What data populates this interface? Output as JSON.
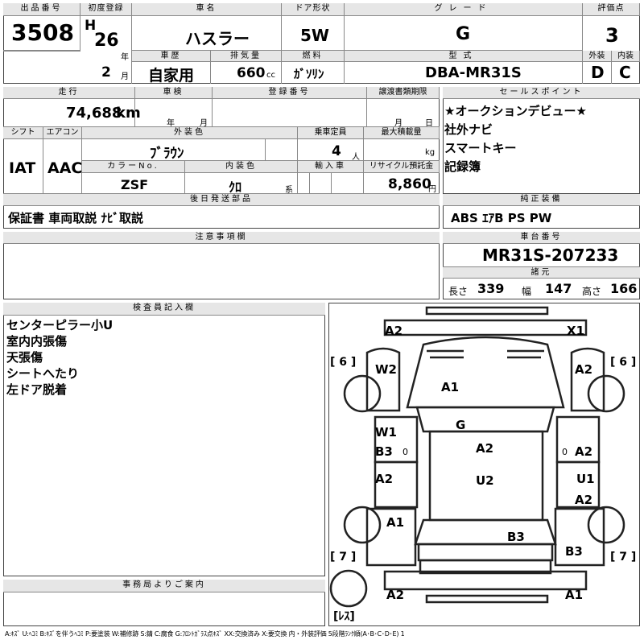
{
  "row1": {
    "lot_label": "出品番号",
    "lot_no": "3508",
    "first_reg_label": "初度登録",
    "era": "H",
    "year": "26",
    "year_unit": "年",
    "month": "2",
    "month_unit": "月",
    "car_name_label": "車名",
    "car_name": "ハスラー",
    "door_label": "ドア形状",
    "door": "5W",
    "grade_label": "グレード",
    "grade": "G",
    "score_label": "評価点",
    "score": "3",
    "history_label": "車歴",
    "history": "自家用",
    "displacement_label": "排気量",
    "displacement": "660",
    "cc": "cc",
    "fuel_label": "燃料",
    "fuel": "ｶﾞｿﾘﾝ",
    "model_label": "型式",
    "model": "DBA-MR31S",
    "ext_label": "外装",
    "ext": "D",
    "int_label": "内装",
    "int": "C"
  },
  "row2": {
    "mileage_label": "走行",
    "mileage": "74,688",
    "km": "km",
    "inspection_label": "車検",
    "insp_year_unit": "年",
    "insp_month_unit": "月",
    "reg_no_label": "登録番号",
    "deadline_label": "譲渡書類期限",
    "dl_month_unit": "月",
    "dl_day_unit": "日",
    "shift_label": "シフト",
    "shift": "IAT",
    "ac_label": "エアコン",
    "ac": "AAC",
    "color_label": "外装色",
    "color": "ﾌﾞﾗｳﾝ",
    "capacity_label": "乗車定員",
    "capacity": "4",
    "person_unit": "人",
    "load_label": "最大積載量",
    "kg": "kg",
    "color_no_label": "カラーNo.",
    "color_no": "ZSF",
    "int_color_label": "内装色",
    "int_color": "ｸﾛ",
    "kei": "系",
    "import_label": "輸入車",
    "recycle_label": "リサイクル預託金",
    "recycle": "8,860",
    "yen": "円"
  },
  "sales": {
    "label": "セールスポイント",
    "lines": [
      "★オークションデビュー★",
      "社外ナビ",
      "スマートキー",
      "記録簿"
    ]
  },
  "later": {
    "label": "後日発送部品",
    "value": "保証書 車両取説 ﾅﾋﾞ取説"
  },
  "genuine": {
    "label": "純正装備",
    "value": "ABS ｴｱB PS PW"
  },
  "notes": {
    "label": "注意事項欄"
  },
  "chassis": {
    "label": "車台番号",
    "value": "MR31S-207233",
    "spec_label": "諸元",
    "len_label": "長さ",
    "len": "339",
    "wid_label": "幅",
    "wid": "147",
    "hgt_label": "高さ",
    "hgt": "166"
  },
  "inspector": {
    "label": "検査員記入欄",
    "lines": [
      "センターピラー小U",
      "室内内張傷",
      "天張傷",
      "シートへたり",
      "左ドア脱着"
    ]
  },
  "office": {
    "label": "事務局よりご案内"
  },
  "diagram": {
    "marks": {
      "front_left": "A2",
      "front_right": "X1",
      "fender_left": "W2",
      "fender_right": "A2",
      "hood": "A1",
      "windshield": "G",
      "door_fl_1": "W1",
      "door_fl_2": "B3",
      "door_fr": "A2",
      "roof": "A2",
      "door_rl": "A2",
      "door_rr_1": "U1",
      "door_rr_2": "A2",
      "roof_rear": "U2",
      "quarter_left": "A1",
      "tailgate": "B3",
      "quarter_right": "B3",
      "rear_left": "A2",
      "rear_right": "A1"
    },
    "tire_fl": "[ 6 ]",
    "tire_fr": "[ 6 ]",
    "tire_rl": "[ 7 ]",
    "tire_rr": "[ 7 ]",
    "spare": "[ﾚｽ]",
    "pillar_fl": "0",
    "pillar_fr": "0"
  },
  "legend": "A:ｷｽﾞ U:ﾍｺﾐ B:ｷｽﾞを伴うﾍｺﾐ P:要塗装 W:補修跡 S:錆 C:腐食 G:ﾌﾛﾝﾄｶﾞﾗｽ点ｷｽﾞ XX:交換済み X:要交換 内・外装評価 5段階ﾗﾝｸ順(A･B･C･D･E) 1"
}
